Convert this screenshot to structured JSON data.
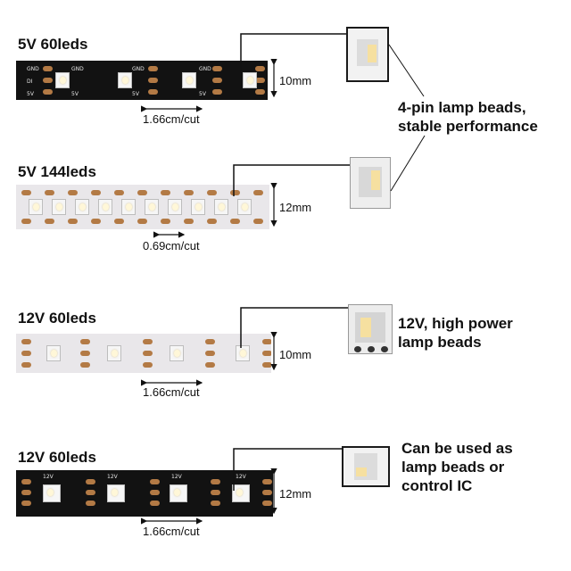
{
  "sections": [
    {
      "title": "5V 60leds",
      "width": "10mm",
      "cut": "1.66cm/cut",
      "print": {
        "gnd": "GND",
        "di": "DI",
        "v": "5V"
      }
    },
    {
      "title": "5V 144leds",
      "width": "12mm",
      "cut": "0.69cm/cut"
    },
    {
      "title": "12V 60leds",
      "width": "10mm",
      "cut": "1.66cm/cut"
    },
    {
      "title": "12V 60leds",
      "width": "12mm",
      "cut": "1.66cm/cut",
      "print": {
        "v": "12V"
      }
    }
  ],
  "notes": {
    "first": [
      "4-pin lamp beads,",
      "stable performance"
    ],
    "second": [
      "12V, high power",
      "lamp beads"
    ],
    "third": [
      "Can be used as",
      "lamp beads or",
      "control IC"
    ]
  },
  "colors": {
    "strip_black": "#121212",
    "strip_white": "#e9e7ea",
    "pad": "#b37a45"
  }
}
